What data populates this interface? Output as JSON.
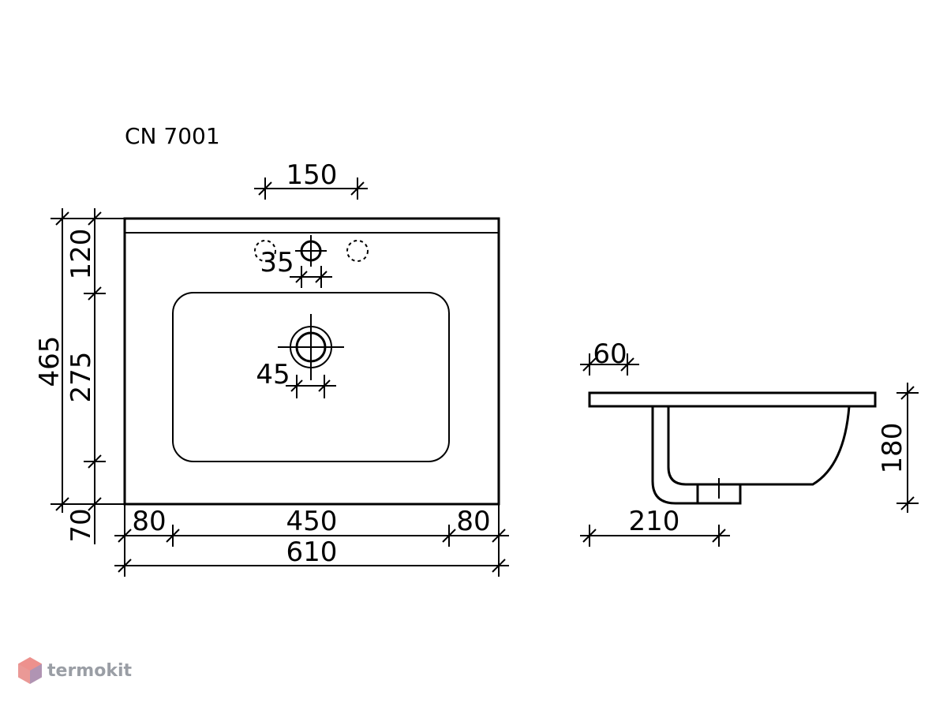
{
  "model": "CN 7001",
  "dimensions": {
    "tap_spacing": "150",
    "tap_hole": "35",
    "drain_hole": "45",
    "overall_depth": "465",
    "back_deck": "120",
    "bowl_depth": "275",
    "front_edge": "70",
    "left_side": "80",
    "bowl_width": "450",
    "right_side": "80",
    "overall_width": "610",
    "rim_overhang": "60",
    "height": "180",
    "profile_depth": "210"
  },
  "watermark": {
    "brand": "termokit"
  },
  "colors": {
    "line": "#000000",
    "watermark": "#9a9ea5"
  }
}
